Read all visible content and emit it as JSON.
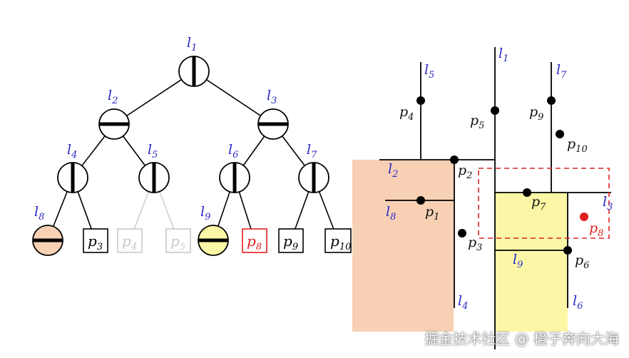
{
  "tree": {
    "nodes": [
      {
        "id": "l1",
        "label": "l",
        "sub": "1",
        "split": "vertical"
      },
      {
        "id": "l2",
        "label": "l",
        "sub": "2",
        "split": "horizontal"
      },
      {
        "id": "l3",
        "label": "l",
        "sub": "3",
        "split": "horizontal"
      },
      {
        "id": "l4",
        "label": "l",
        "sub": "4",
        "split": "vertical"
      },
      {
        "id": "l5",
        "label": "l",
        "sub": "5",
        "split": "vertical"
      },
      {
        "id": "l6",
        "label": "l",
        "sub": "6",
        "split": "vertical"
      },
      {
        "id": "l7",
        "label": "l",
        "sub": "7",
        "split": "vertical"
      },
      {
        "id": "l8",
        "label": "l",
        "sub": "8",
        "split": "horizontal",
        "fill": "#f8d0b4"
      },
      {
        "id": "l9",
        "label": "l",
        "sub": "9",
        "split": "horizontal",
        "fill": "#fbf7a6"
      }
    ],
    "leaves": [
      {
        "id": "p3",
        "label": "p",
        "sub": "3",
        "state": "normal"
      },
      {
        "id": "p4",
        "label": "p",
        "sub": "4",
        "state": "faded"
      },
      {
        "id": "p5",
        "label": "p",
        "sub": "5",
        "state": "faded"
      },
      {
        "id": "p8",
        "label": "p",
        "sub": "8",
        "state": "highlight"
      },
      {
        "id": "p9",
        "label": "p",
        "sub": "9",
        "state": "normal"
      },
      {
        "id": "p10",
        "label": "p",
        "sub": "10",
        "state": "normal"
      }
    ]
  },
  "plane": {
    "line_labels": [
      {
        "id": "l1",
        "label": "l",
        "sub": "1"
      },
      {
        "id": "l2",
        "label": "l",
        "sub": "2"
      },
      {
        "id": "l3",
        "label": "l",
        "sub": "3"
      },
      {
        "id": "l4",
        "label": "l",
        "sub": "4"
      },
      {
        "id": "l5",
        "label": "l",
        "sub": "5"
      },
      {
        "id": "l6",
        "label": "l",
        "sub": "6"
      },
      {
        "id": "l7",
        "label": "l",
        "sub": "7"
      },
      {
        "id": "l8",
        "label": "l",
        "sub": "8"
      },
      {
        "id": "l9",
        "label": "l",
        "sub": "9"
      }
    ],
    "points": [
      {
        "id": "p1",
        "label": "p",
        "sub": "1"
      },
      {
        "id": "p2",
        "label": "p",
        "sub": "2"
      },
      {
        "id": "p3",
        "label": "p",
        "sub": "3"
      },
      {
        "id": "p4",
        "label": "p",
        "sub": "4"
      },
      {
        "id": "p5",
        "label": "p",
        "sub": "5"
      },
      {
        "id": "p6",
        "label": "p",
        "sub": "6"
      },
      {
        "id": "p7",
        "label": "p",
        "sub": "7"
      },
      {
        "id": "p8",
        "label": "p",
        "sub": "8",
        "highlight": true
      },
      {
        "id": "p9",
        "label": "p",
        "sub": "9"
      },
      {
        "id": "p10",
        "label": "p",
        "sub": "10"
      }
    ]
  },
  "colors": {
    "peach": "#f8d0b4",
    "yellow": "#fbf7a6",
    "label_blue": "#2a2ac8",
    "highlight_red": "#e02020",
    "faded": "#c8c8c8"
  },
  "watermark": "掘金技术社区 @ 橙子奔向大海"
}
